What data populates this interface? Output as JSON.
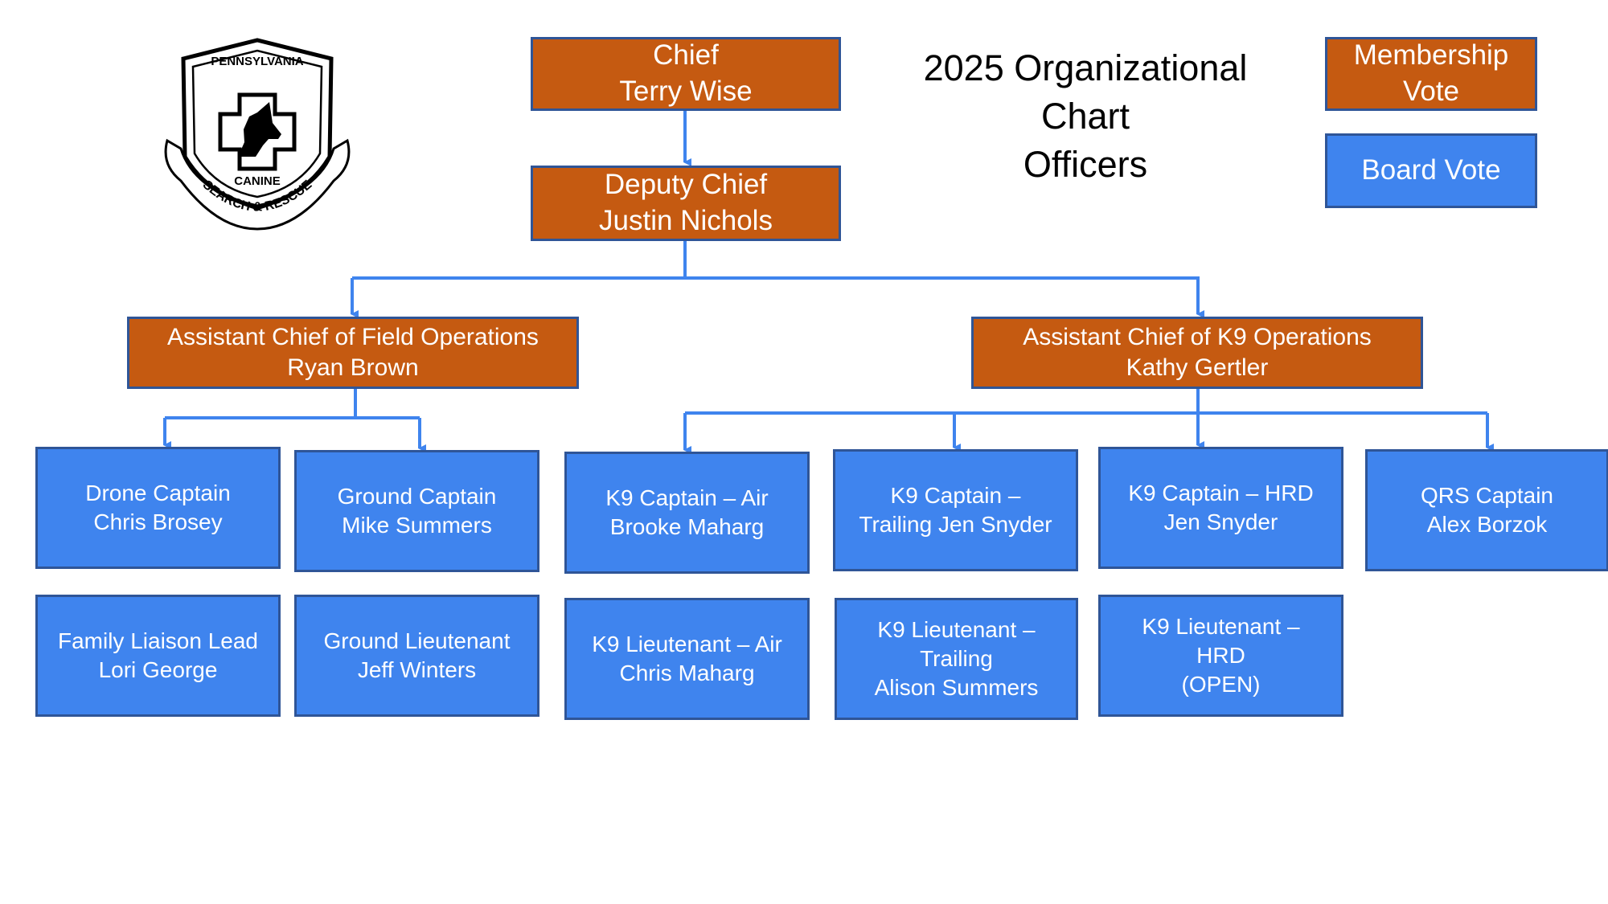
{
  "title": [
    "2025 Organizational",
    "Chart",
    "Officers"
  ],
  "logo": {
    "top_text": "PENNSYLVANIA",
    "middle_text": "CANINE",
    "banner_text": "SEARCH & RESCUE"
  },
  "legend": {
    "membership": [
      "Membership",
      "Vote"
    ],
    "board": "Board Vote"
  },
  "colors": {
    "membership_vote": "#C55A11",
    "board_vote": "#3F84EE",
    "border": "#2F5597",
    "connector": "#3F84EE"
  },
  "officers": {
    "chief": [
      "Chief",
      "Terry Wise"
    ],
    "deputy_chief": [
      "Deputy Chief",
      "Justin Nichols"
    ],
    "asst_field": [
      "Assistant Chief of Field Operations",
      "Ryan Brown"
    ],
    "asst_k9": [
      "Assistant Chief of K9 Operations",
      "Kathy Gertler"
    ]
  },
  "field_positions": {
    "drone_captain": [
      "Drone Captain",
      "Chris Brosey"
    ],
    "ground_captain": [
      "Ground Captain",
      "Mike Summers"
    ],
    "family_liaison": [
      "Family Liaison Lead",
      "Lori George"
    ],
    "ground_lieutenant": [
      "Ground Lieutenant",
      "Jeff Winters"
    ]
  },
  "k9_positions": {
    "k9_captain_air": [
      "K9 Captain – Air",
      "Brooke Maharg"
    ],
    "k9_captain_trailing": [
      "K9 Captain –",
      "Trailing Jen Snyder"
    ],
    "k9_captain_hrd": [
      "K9 Captain – HRD",
      "Jen Snyder"
    ],
    "qrs_captain": [
      "QRS Captain",
      "Alex Borzok"
    ],
    "k9_lt_air": [
      "K9 Lieutenant – Air",
      "Chris Maharg"
    ],
    "k9_lt_trailing": [
      "K9 Lieutenant –",
      "Trailing",
      "Alison Summers"
    ],
    "k9_lt_hrd": [
      "K9 Lieutenant –",
      "HRD",
      "(OPEN)"
    ]
  }
}
